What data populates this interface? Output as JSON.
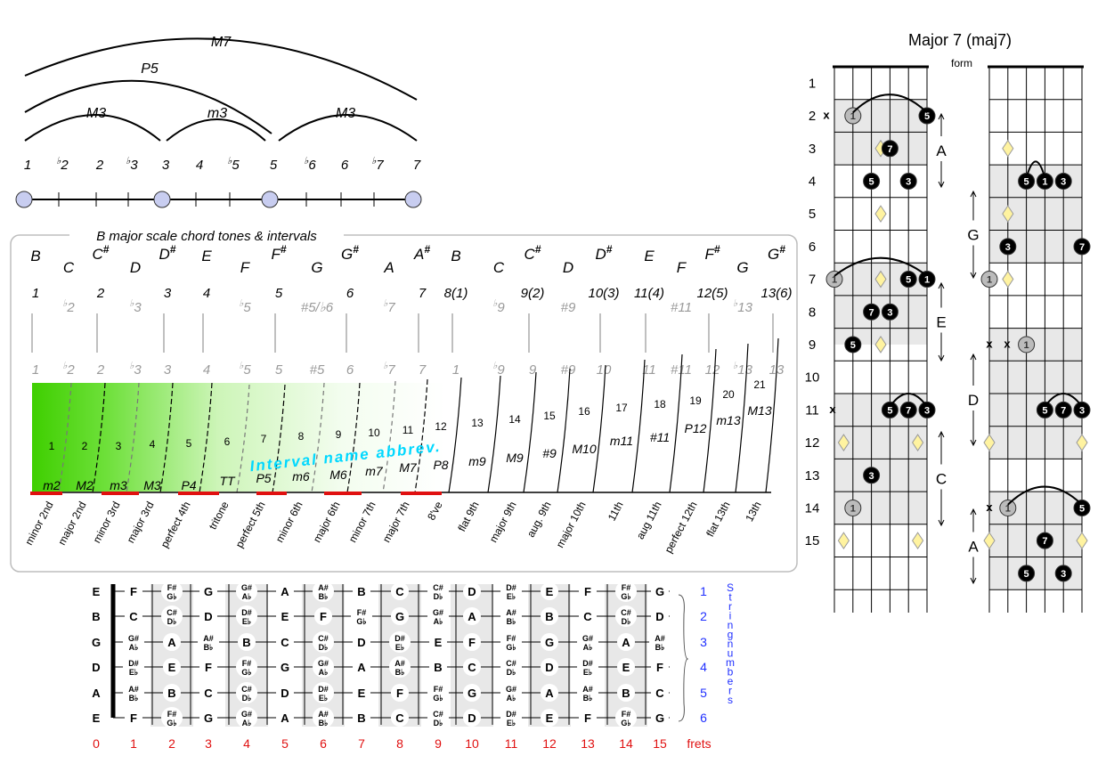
{
  "colors": {
    "circle_fill": "#c8cdf0",
    "green": "#3fcf00",
    "cyan_label": "#00d8ff",
    "red_marker": "#e01010",
    "fret_numbers": "#e01010",
    "string_numbers": "#2030ff",
    "grey_text": "#9a9a9a",
    "diamond": "#fff3a0",
    "shade": "#e8e8e8"
  },
  "top_arcs": {
    "arcs": [
      "M7",
      "P5",
      "M3",
      "m3",
      "M3"
    ],
    "degrees": [
      {
        "flat": false,
        "num": "1"
      },
      {
        "flat": true,
        "num": "2"
      },
      {
        "flat": false,
        "num": "2"
      },
      {
        "flat": true,
        "num": "3"
      },
      {
        "flat": false,
        "num": "3"
      },
      {
        "flat": false,
        "num": "4"
      },
      {
        "flat": true,
        "num": "5"
      },
      {
        "flat": false,
        "num": "5"
      },
      {
        "flat": true,
        "num": "6"
      },
      {
        "flat": false,
        "num": "6"
      },
      {
        "flat": true,
        "num": "7"
      },
      {
        "flat": false,
        "num": "7"
      }
    ]
  },
  "scale_box": {
    "title": "B major scale chord tones & intervals",
    "notes": [
      {
        "letter": "B",
        "sharp": false
      },
      {
        "letter": "C",
        "sharp": false
      },
      {
        "letter": "C",
        "sharp": true
      },
      {
        "letter": "D",
        "sharp": false
      },
      {
        "letter": "D",
        "sharp": true
      },
      {
        "letter": "E",
        "sharp": false
      },
      {
        "letter": "F",
        "sharp": false
      },
      {
        "letter": "F",
        "sharp": true
      },
      {
        "letter": "G",
        "sharp": false
      },
      {
        "letter": "G",
        "sharp": true
      },
      {
        "letter": "A",
        "sharp": false
      },
      {
        "letter": "A",
        "sharp": true
      },
      {
        "letter": "B",
        "sharp": false
      },
      {
        "letter": "C",
        "sharp": false
      },
      {
        "letter": "C",
        "sharp": true
      },
      {
        "letter": "D",
        "sharp": false
      },
      {
        "letter": "D",
        "sharp": true
      },
      {
        "letter": "E",
        "sharp": false
      },
      {
        "letter": "F",
        "sharp": false
      },
      {
        "letter": "F",
        "sharp": true
      },
      {
        "letter": "G",
        "sharp": false
      },
      {
        "letter": "G",
        "sharp": true
      }
    ],
    "degree_row": [
      {
        "text": "1",
        "grey": false,
        "flat": false
      },
      {
        "text": "2",
        "grey": true,
        "flat": true
      },
      {
        "text": "2",
        "grey": false,
        "flat": false
      },
      {
        "text": "3",
        "grey": true,
        "flat": true
      },
      {
        "text": "3",
        "grey": false,
        "flat": false
      },
      {
        "text": "4",
        "grey": false,
        "flat": false
      },
      {
        "text": "5",
        "grey": true,
        "flat": true
      },
      {
        "text": "5",
        "grey": false,
        "flat": false
      },
      {
        "text": "#5/♭6",
        "grey": true,
        "flat": false
      },
      {
        "text": "6",
        "grey": false,
        "flat": false
      },
      {
        "text": "7",
        "grey": true,
        "flat": true
      },
      {
        "text": "7",
        "grey": false,
        "flat": false
      },
      {
        "text": "8(1)",
        "grey": false,
        "flat": false
      },
      {
        "text": "9",
        "grey": true,
        "flat": true
      },
      {
        "text": "9(2)",
        "grey": false,
        "flat": false
      },
      {
        "text": "#9",
        "grey": true,
        "flat": false
      },
      {
        "text": "10(3)",
        "grey": false,
        "flat": false
      },
      {
        "text": "11(4)",
        "grey": false,
        "flat": false
      },
      {
        "text": "#11",
        "grey": true,
        "flat": false
      },
      {
        "text": "12(5)",
        "grey": false,
        "flat": false
      },
      {
        "text": "13",
        "grey": true,
        "flat": true
      },
      {
        "text": "13(6)",
        "grey": false,
        "flat": false
      }
    ],
    "grey_row": [
      {
        "text": "1",
        "flat": false
      },
      {
        "text": "2",
        "flat": true
      },
      {
        "text": "2",
        "flat": false
      },
      {
        "text": "3",
        "flat": true
      },
      {
        "text": "3",
        "flat": false
      },
      {
        "text": "4",
        "flat": false
      },
      {
        "text": "5",
        "flat": true
      },
      {
        "text": "5",
        "flat": false
      },
      {
        "text": "#5",
        "flat": false
      },
      {
        "text": "6",
        "flat": false
      },
      {
        "text": "7",
        "flat": true
      },
      {
        "text": "7",
        "flat": false
      },
      {
        "text": "1",
        "flat": false
      },
      {
        "text": "9",
        "flat": true
      },
      {
        "text": "9",
        "flat": false
      },
      {
        "text": "#9",
        "flat": false
      },
      {
        "text": "10",
        "flat": false
      },
      {
        "text": "11",
        "flat": false
      },
      {
        "text": "#11",
        "flat": false
      },
      {
        "text": "12",
        "flat": false
      },
      {
        "text": "13",
        "flat": true
      },
      {
        "text": "13",
        "flat": false
      }
    ],
    "semitones": [
      "1",
      "2",
      "3",
      "4",
      "5",
      "6",
      "7",
      "8",
      "9",
      "10",
      "11",
      "12",
      "13",
      "14",
      "15",
      "16",
      "17",
      "18",
      "19",
      "20",
      "21"
    ],
    "interval_abbrev": [
      "m2",
      "M2",
      "m3",
      "M3",
      "P4",
      "TT",
      "P5",
      "m6",
      "M6",
      "m7",
      "M7",
      "P8",
      "m9",
      "M9",
      "#9",
      "M10",
      "m11",
      "#11",
      "P12",
      "m13",
      "M13"
    ],
    "interval_name_label": "Interval name abbrev.",
    "interval_names": [
      "minor 2nd",
      "major 2nd",
      "minor 3rd",
      "major 3rd",
      "perfect 4th",
      "tritone",
      "perfect 5th",
      "minor 6th",
      "major 6th",
      "minor 7th",
      "major 7th",
      "8've",
      "flat 9th",
      "major 9th",
      "aug. 9th",
      "major 10th",
      "11th",
      "aug 11th",
      "perfect 12th",
      "flat 13th",
      "13th"
    ]
  },
  "fretboard": {
    "open_strings": [
      "E",
      "B",
      "G",
      "D",
      "A",
      "E"
    ],
    "rows": [
      [
        "F",
        "F#/G♭",
        "G",
        "G#/A♭",
        "A",
        "A#/B♭",
        "B",
        "C",
        "C#/D♭",
        "D",
        "D#/E♭",
        "E",
        "F",
        "F#/G♭",
        "G"
      ],
      [
        "C",
        "C#/D♭",
        "D",
        "D#/E♭",
        "E",
        "F",
        "F#/G♭",
        "G",
        "G#/A♭",
        "A",
        "A#/B♭",
        "B",
        "C",
        "C#/D♭",
        "D"
      ],
      [
        "G#/A♭",
        "A",
        "A#/B♭",
        "B",
        "C",
        "C#/D♭",
        "D",
        "D#/E♭",
        "E",
        "F",
        "F#/G♭",
        "G",
        "G#/A♭",
        "A",
        "A#/B♭"
      ],
      [
        "D#/E♭",
        "E",
        "F",
        "F#/G♭",
        "G",
        "G#/A♭",
        "A",
        "A#/B♭",
        "B",
        "C",
        "C#/D♭",
        "D",
        "D#/E♭",
        "E",
        "F"
      ],
      [
        "A#/B♭",
        "B",
        "C",
        "C#/D♭",
        "D",
        "D#/E♭",
        "E",
        "F",
        "F#/G♭",
        "G",
        "G#/A♭",
        "A",
        "A#/B♭",
        "B",
        "C"
      ],
      [
        "F",
        "F#/G♭",
        "G",
        "G#/A♭",
        "A",
        "A#/B♭",
        "B",
        "C",
        "C#/D♭",
        "D",
        "D#/E♭",
        "E",
        "F",
        "F#/G♭",
        "G"
      ]
    ],
    "string_numbers": [
      "1",
      "2",
      "3",
      "4",
      "5",
      "6"
    ],
    "string_numbers_label": "String numbers",
    "fret_numbers": [
      "0",
      "1",
      "2",
      "3",
      "4",
      "5",
      "6",
      "7",
      "8",
      "9",
      "10",
      "11",
      "12",
      "13",
      "14",
      "15"
    ],
    "frets_label": "frets"
  },
  "chord_chart": {
    "title": "Major 7 (maj7)",
    "form_label": "form",
    "fret_labels": [
      "1",
      "2",
      "3",
      "4",
      "5",
      "6",
      "7",
      "8",
      "9",
      "10",
      "11",
      "12",
      "13",
      "14",
      "15"
    ],
    "left_forms": [
      "A",
      "E",
      "C"
    ],
    "right_forms": [
      "G",
      "D",
      "A"
    ],
    "mute_mark": "x"
  }
}
